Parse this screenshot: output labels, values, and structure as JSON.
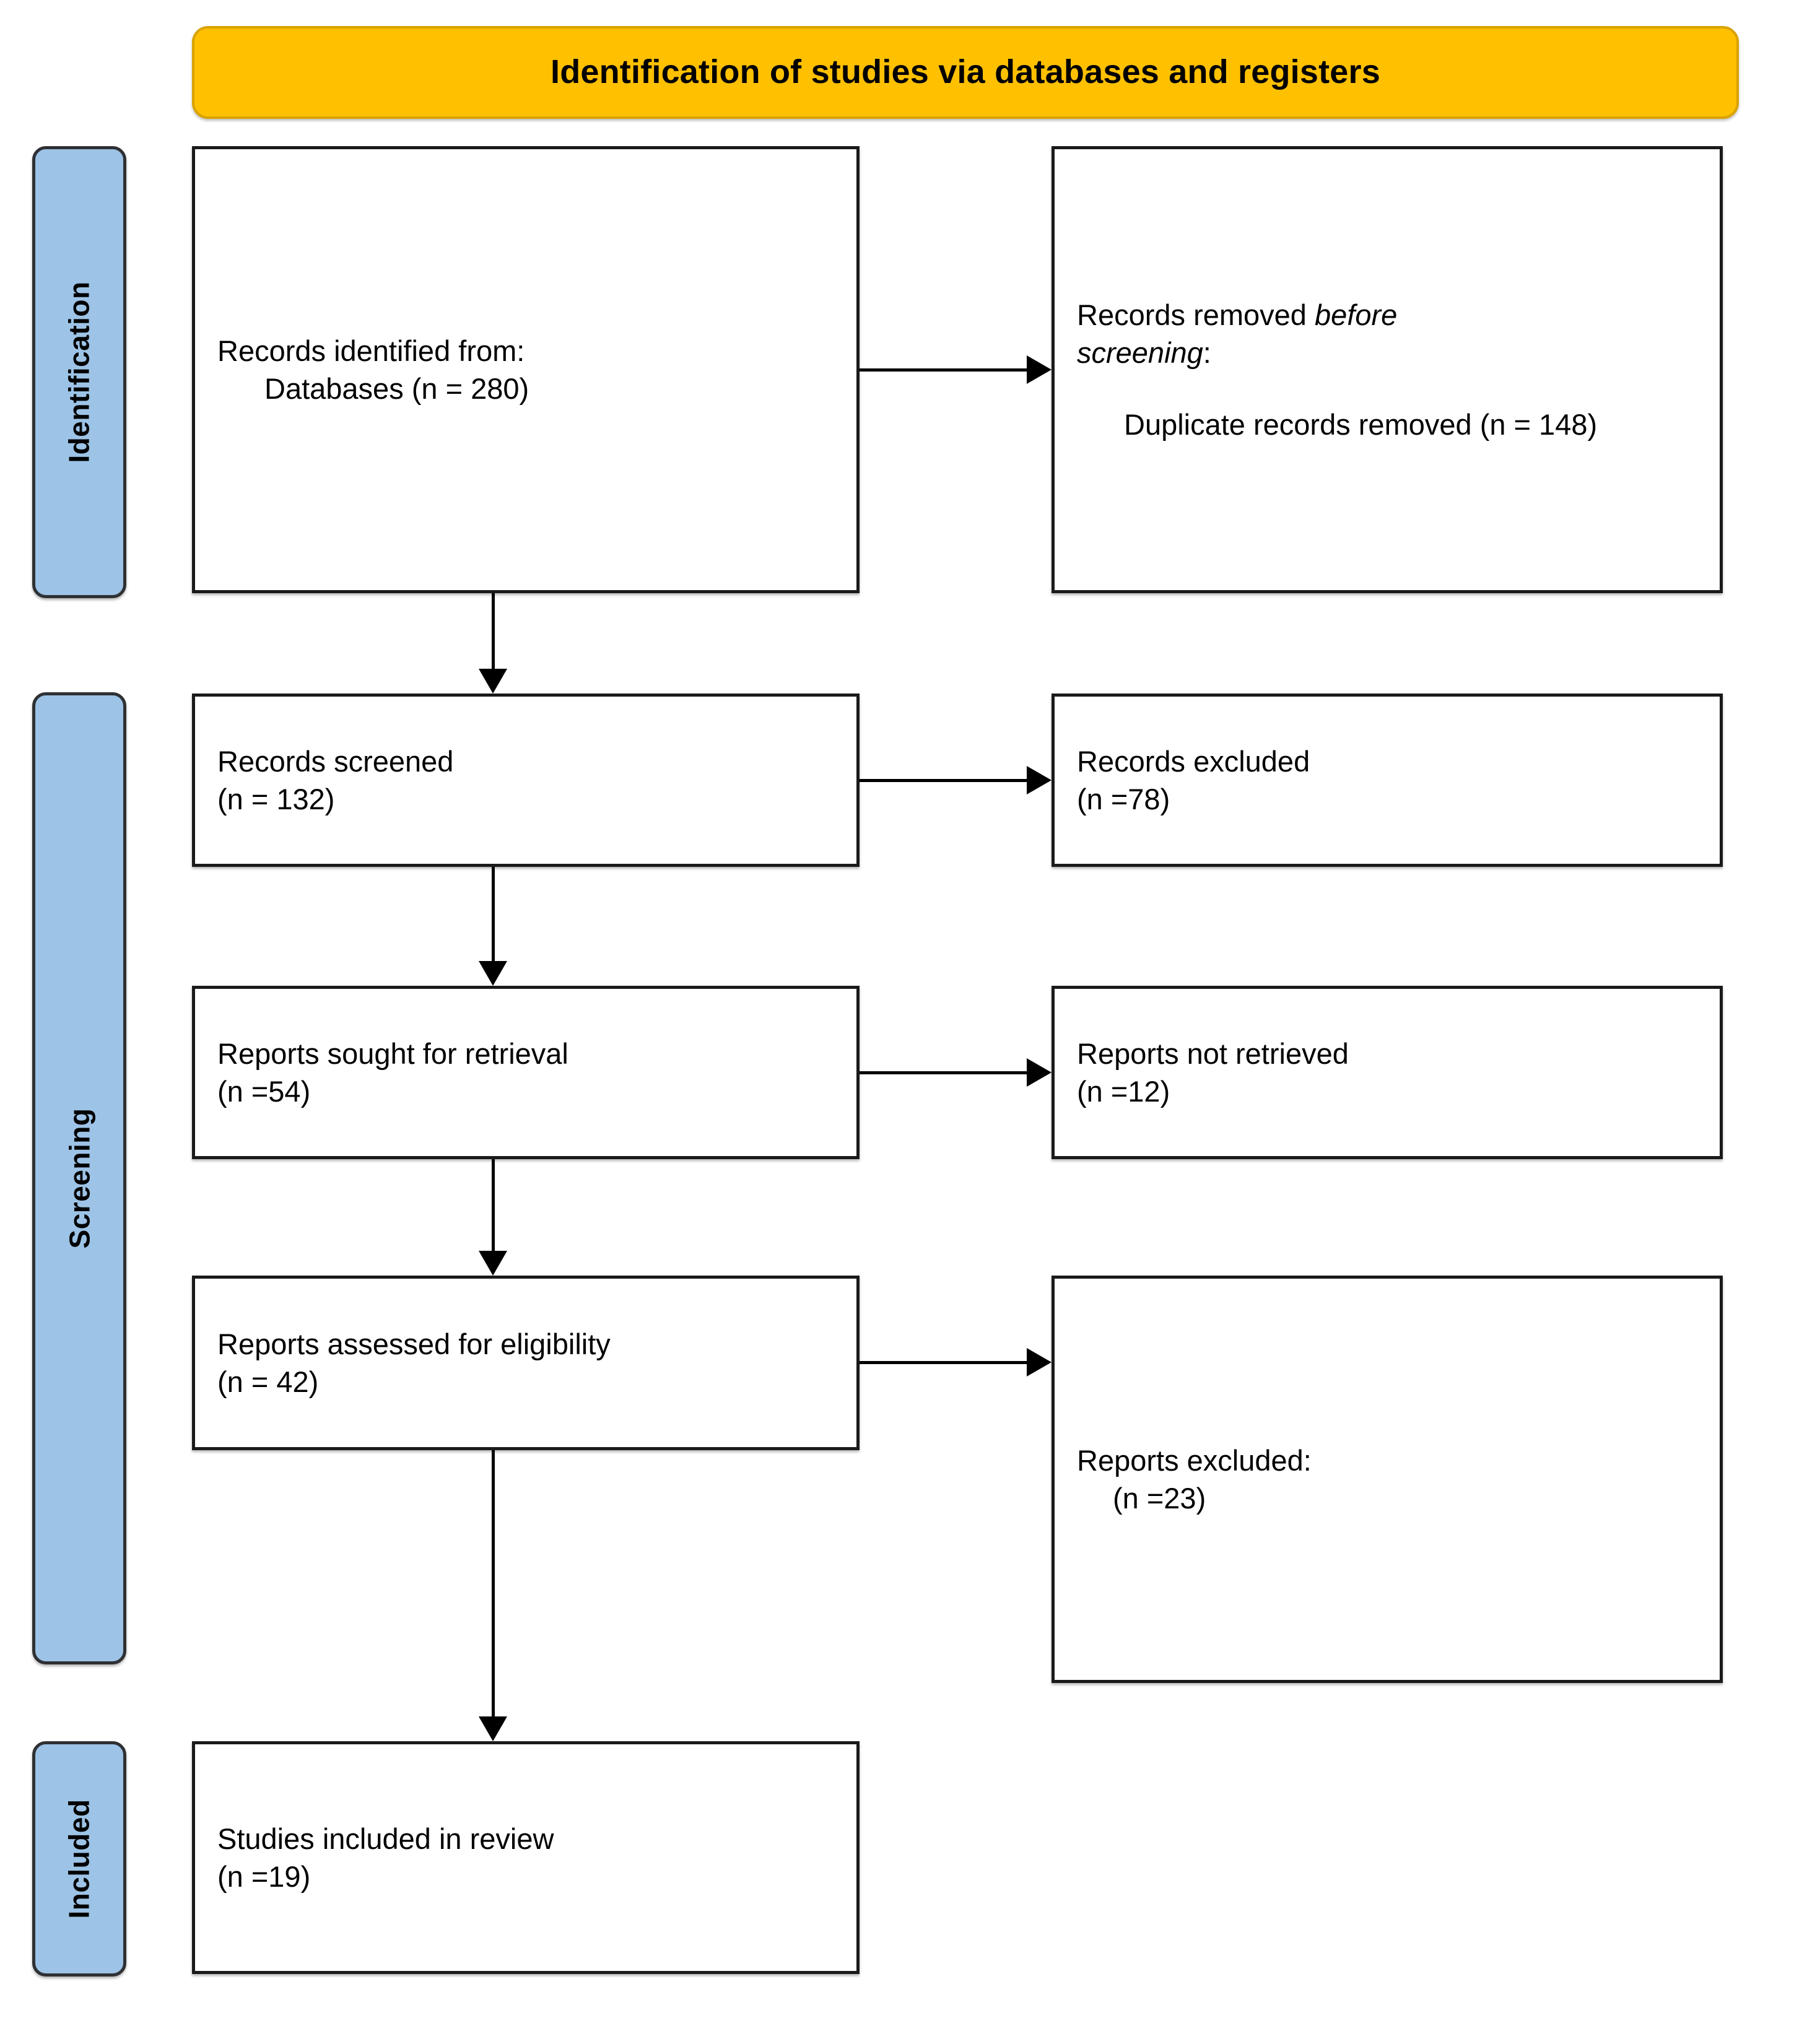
{
  "title": {
    "text": "Identification of studies via databases and registers",
    "background": "#FFC000",
    "border": "#D9A300"
  },
  "stages": {
    "identification": "Identification",
    "screening": "Screening",
    "included": "Included",
    "background": "#9DC3E6",
    "border": "#2E3033"
  },
  "boxes": {
    "identified": {
      "line1": "Records identified from:",
      "line2": "Databases (n = 280)"
    },
    "removed": {
      "line1_prefix": "Records removed ",
      "line1_italic": "before",
      "line2_italic": "screening",
      "line2_suffix": ":",
      "line3": "Duplicate records removed (n = 148)"
    },
    "screened": {
      "line1": "Records screened",
      "line2": "(n = 132)"
    },
    "records_excluded": {
      "line1": "Records excluded",
      "line2": "(n =78)"
    },
    "sought": {
      "line1": "Reports sought for retrieval",
      "line2": "(n =54)"
    },
    "not_retrieved": {
      "line1": "Reports not retrieved",
      "line2": "(n =12)"
    },
    "assessed": {
      "line1": "Reports assessed for eligibility",
      "line2": "(n = 42)"
    },
    "reports_excluded": {
      "line1": "Reports excluded:",
      "line2": "(n =23)"
    },
    "included": {
      "line1": "Studies included in review",
      "line2": "(n =19)"
    }
  },
  "chart_data": {
    "type": "diagram",
    "title": "Identification of studies via databases and registers",
    "stages": [
      "Identification",
      "Screening",
      "Included"
    ],
    "nodes": [
      {
        "id": "identified",
        "stage": "Identification",
        "label": "Records identified from: Databases",
        "n": 280
      },
      {
        "id": "removed",
        "stage": "Identification",
        "label": "Records removed before screening: Duplicate records removed",
        "n": 148
      },
      {
        "id": "screened",
        "stage": "Screening",
        "label": "Records screened",
        "n": 132
      },
      {
        "id": "records_excluded",
        "stage": "Screening",
        "label": "Records excluded",
        "n": 78
      },
      {
        "id": "sought",
        "stage": "Screening",
        "label": "Reports sought for retrieval",
        "n": 54
      },
      {
        "id": "not_retrieved",
        "stage": "Screening",
        "label": "Reports not retrieved",
        "n": 12
      },
      {
        "id": "assessed",
        "stage": "Screening",
        "label": "Reports assessed for eligibility",
        "n": 42
      },
      {
        "id": "reports_excluded",
        "stage": "Screening",
        "label": "Reports excluded",
        "n": 23
      },
      {
        "id": "included",
        "stage": "Included",
        "label": "Studies included in review",
        "n": 19
      }
    ],
    "edges": [
      {
        "from": "identified",
        "to": "removed",
        "direction": "right"
      },
      {
        "from": "identified",
        "to": "screened",
        "direction": "down"
      },
      {
        "from": "screened",
        "to": "records_excluded",
        "direction": "right"
      },
      {
        "from": "screened",
        "to": "sought",
        "direction": "down"
      },
      {
        "from": "sought",
        "to": "not_retrieved",
        "direction": "right"
      },
      {
        "from": "sought",
        "to": "assessed",
        "direction": "down"
      },
      {
        "from": "assessed",
        "to": "reports_excluded",
        "direction": "right"
      },
      {
        "from": "assessed",
        "to": "included",
        "direction": "down"
      }
    ]
  }
}
